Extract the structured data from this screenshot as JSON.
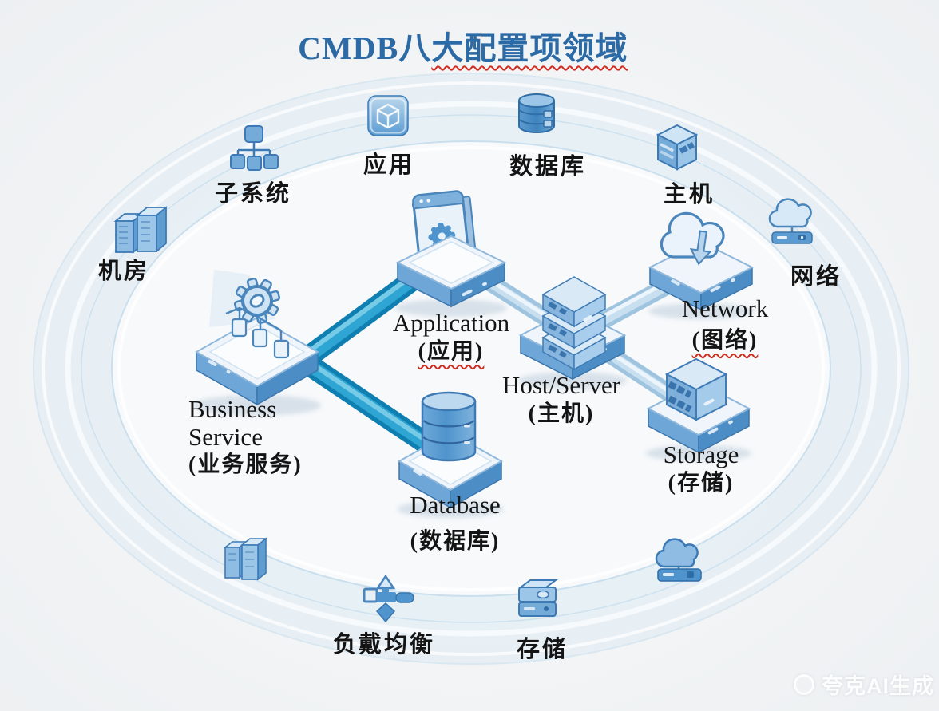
{
  "title": {
    "plain": "CMDB八",
    "underlined": "大配置项领域"
  },
  "ring_items": [
    {
      "label": "机房",
      "icon": "server-racks-icon"
    },
    {
      "label": "子系统",
      "icon": "hierarchy-icon"
    },
    {
      "label": "应用",
      "icon": "app-cube-icon"
    },
    {
      "label": "数据库",
      "icon": "database-cylinder-icon"
    },
    {
      "label": "主机",
      "icon": "server-tower-icon"
    },
    {
      "label": "网络",
      "icon": "cloud-router-icon"
    },
    {
      "label": "负戴均衡",
      "icon": "load-balancer-icon"
    },
    {
      "label": "存储",
      "icon": "disk-stack-icon"
    }
  ],
  "unlabeled_ring_icons": [
    {
      "icon": "server-racks-icon"
    },
    {
      "icon": "cloud-router-icon"
    }
  ],
  "nodes": [
    {
      "id": "business-service",
      "line1": "Business",
      "line2": "Service",
      "subtitle": "(业务服务)",
      "underlined": false
    },
    {
      "id": "application",
      "line1": "Application",
      "subtitle": "(应用)",
      "underlined": true
    },
    {
      "id": "host-server",
      "line1": "Host/Server",
      "subtitle": "(主机)",
      "underlined": false
    },
    {
      "id": "network",
      "line1": "Network",
      "subtitle": "(图络)",
      "underlined": true
    },
    {
      "id": "storage",
      "line1": "Storage",
      "subtitle": "(存储)",
      "underlined": false
    },
    {
      "id": "database",
      "line1": "Database",
      "subtitle": "(数裾库)",
      "underlined": false
    }
  ],
  "connections": [
    {
      "from": "business-service",
      "to": "application",
      "style": "dark"
    },
    {
      "from": "business-service",
      "to": "database",
      "style": "dark"
    },
    {
      "from": "application",
      "to": "host-server",
      "style": "light"
    },
    {
      "from": "host-server",
      "to": "network",
      "style": "light"
    },
    {
      "from": "host-server",
      "to": "storage",
      "style": "light"
    }
  ],
  "watermark": {
    "text": "夸克AI生成",
    "icon": "quark-logo-icon"
  },
  "colors": {
    "title": "#2c6aa6",
    "label": "#141414",
    "wavy_underline": "#cf2b1e",
    "pipe_dark": "#1b90c2",
    "pipe_light": "#b5d3e9",
    "icon_blue": "#5b9bd1",
    "ring_band": "#dcebf5",
    "background": "#f1f3f4"
  }
}
